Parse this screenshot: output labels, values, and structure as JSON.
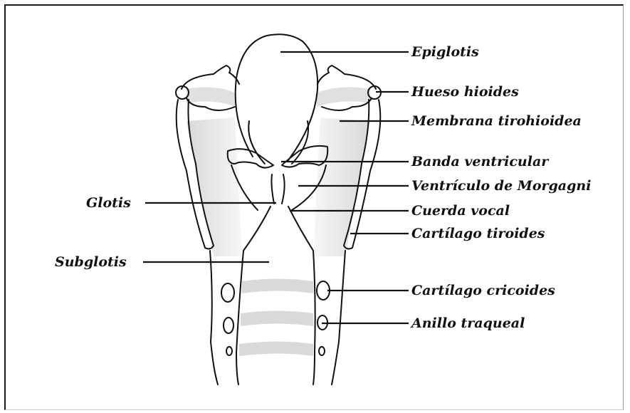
{
  "diagram": {
    "labels_right": {
      "epiglotis": "Epiglotis",
      "hueso_hioides": "Hueso hioides",
      "membrana_tirohioidea": "Membrana tirohioidea",
      "banda_ventricular": "Banda ventricular",
      "ventriculo_de_morgagni": "Ventrículo de Morgagni",
      "cuerda_vocal": "Cuerda vocal",
      "cartilago_tiroides": "Cartílago tiroides",
      "cartilago_cricoides": "Cartílago cricoides",
      "anillo_traqueal": "Anillo traqueal"
    },
    "labels_left": {
      "glotis": "Glotis",
      "subglotis": "Subglotis"
    }
  }
}
